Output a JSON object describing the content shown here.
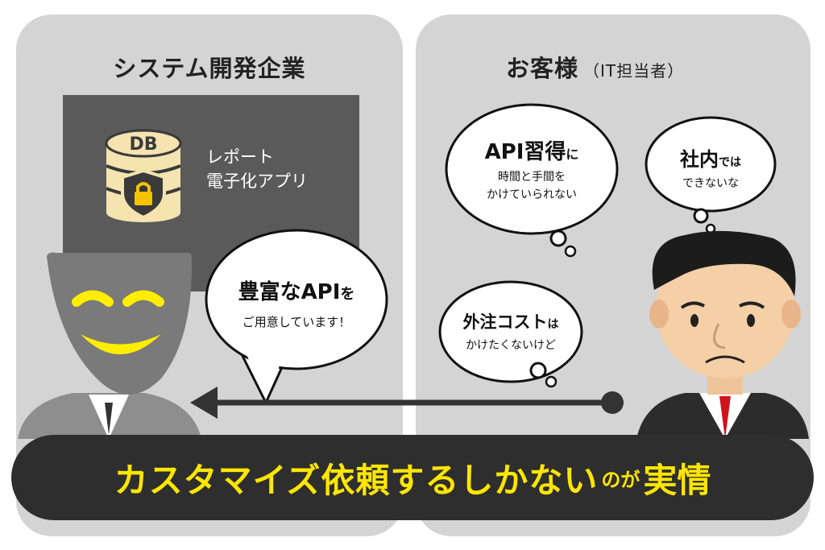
{
  "left_panel": {
    "title": "システム開発企業",
    "db_icon_label": "DB",
    "app_label_line1": "レポート",
    "app_label_line2": "電子化アプリ",
    "bubble": {
      "big": "豊富なAPI",
      "big_suffix": "を",
      "small": "ご用意しています！"
    }
  },
  "right_panel": {
    "title": "お客様",
    "title_sub": "（IT担当者）",
    "bubble_api": {
      "big": "API習得",
      "big_suffix": "に",
      "line2": "時間と手間を",
      "line3": "かけていられない"
    },
    "bubble_inhouse": {
      "big": "社内",
      "big_suffix": "では",
      "line2": "できないな"
    },
    "bubble_outsource": {
      "big": "外注コスト",
      "big_suffix": "は",
      "line2": "かけたくないけど"
    }
  },
  "banner": {
    "main": "カスタマイズ依頼するしかない",
    "small": "のが",
    "end": "実情"
  },
  "colors": {
    "panel": "#d4d4d4",
    "app_box": "#5a5a5a",
    "banner_bg": "#2e2e2e",
    "banner_text": "#ffe600",
    "mask_smile": "#ffee00",
    "tie": "#d1121b",
    "db_icon": "#f5e3b0"
  }
}
